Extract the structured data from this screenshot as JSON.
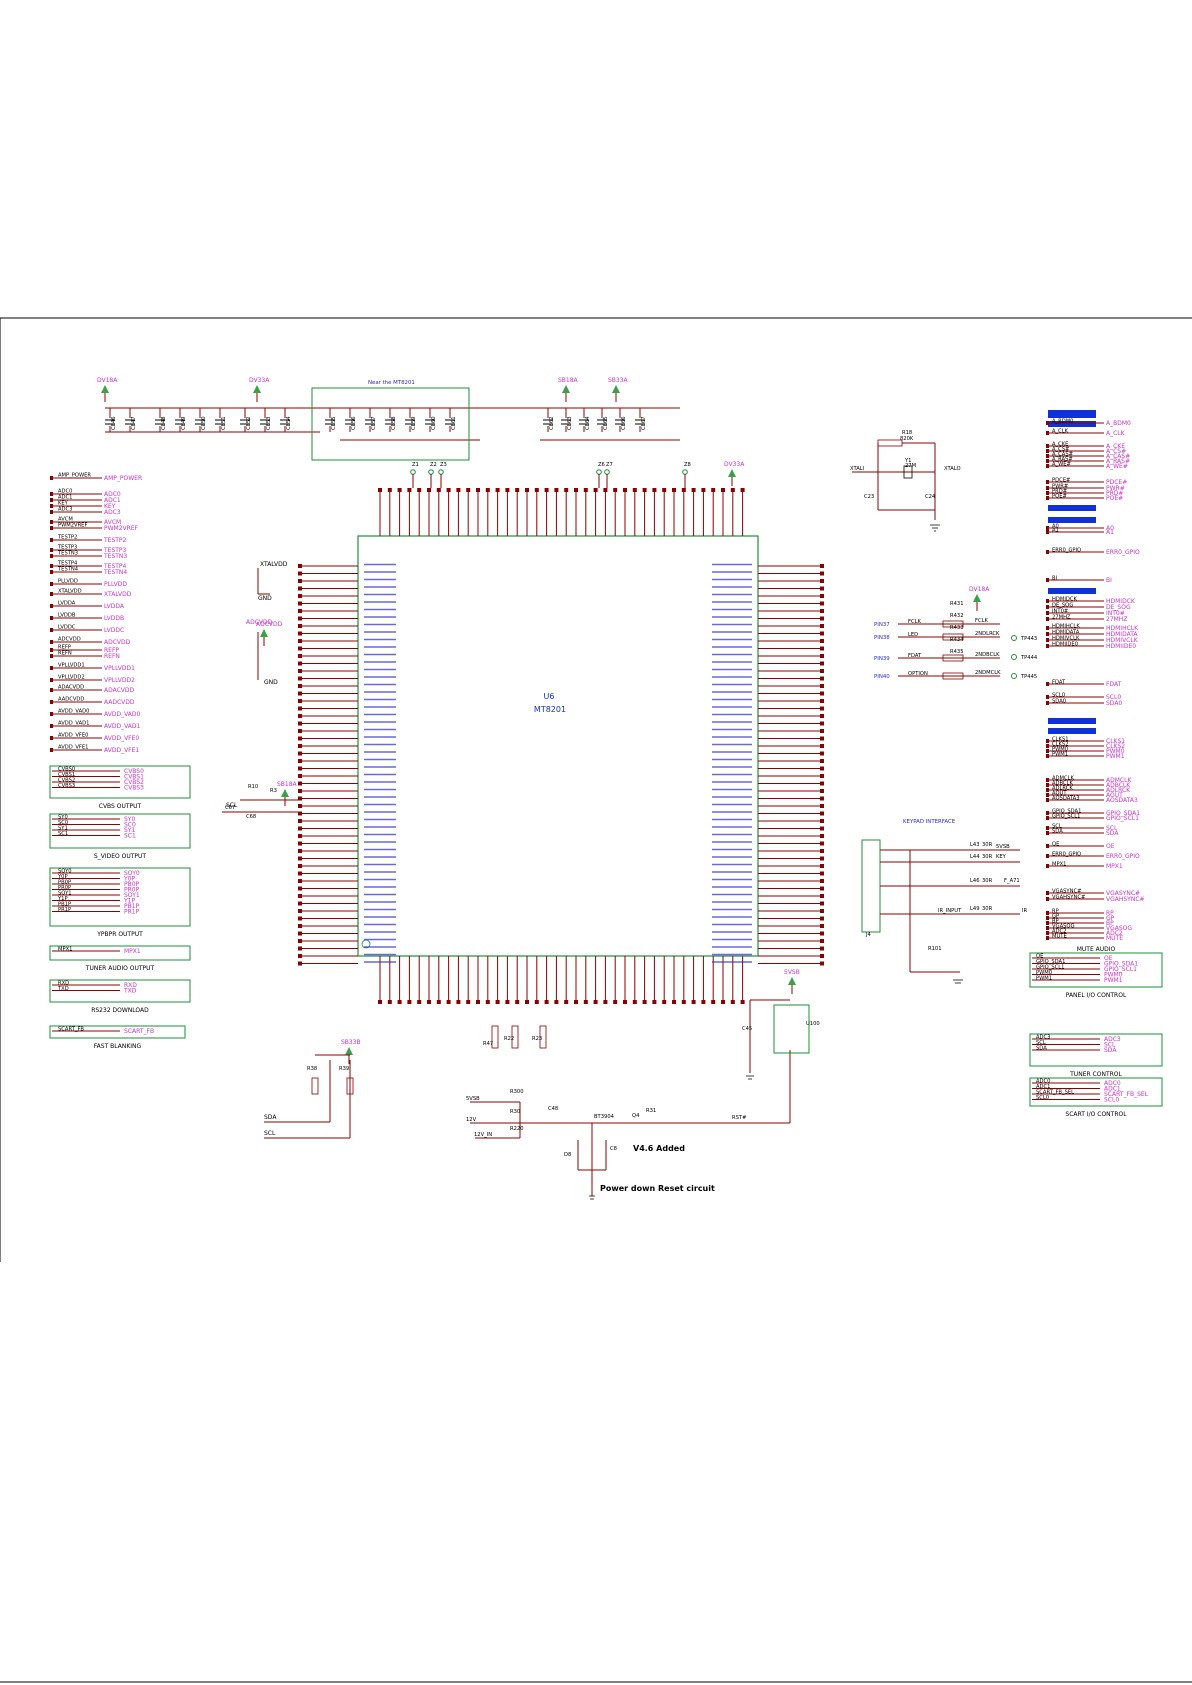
{
  "main_ic": {
    "ref": "U6",
    "part": "MT8201"
  },
  "near_label": "Near the MT8201",
  "power_labels": [
    "DV18A",
    "DV33A",
    "SB18A",
    "SB33A",
    "DV33A",
    "DV18A",
    "ADCVDD",
    "SB18A",
    "SB33B",
    "5VSB"
  ],
  "left_pins": [
    "XTALVDD",
    "ADCVDD",
    "SCL",
    "R10",
    "R3",
    "C67",
    "C68"
  ],
  "left_nets": [
    {
      "from": "AMP_POWER",
      "to": "AMP_POWER"
    },
    {
      "from": "ADC0",
      "to": "ADC0"
    },
    {
      "from": "ADC1",
      "to": "ADC1"
    },
    {
      "from": "KEY",
      "to": "KEY"
    },
    {
      "from": "ADC3",
      "to": "ADC3"
    },
    {
      "from": "AVCM",
      "to": "AVCM"
    },
    {
      "from": "PWM2VREF",
      "to": "PWM2VREF"
    },
    {
      "from": "TESTP2",
      "to": "TESTP2"
    },
    {
      "from": "TESTP3",
      "to": "TESTP3"
    },
    {
      "from": "TESTN3",
      "to": "TESTN3"
    },
    {
      "from": "TESTP4",
      "to": "TESTP4"
    },
    {
      "from": "TESTN4",
      "to": "TESTN4"
    },
    {
      "from": "PLLVDD",
      "to": "PLLVDD"
    },
    {
      "from": "XTALVDD",
      "to": "XTALVDD"
    },
    {
      "from": "LVDDA",
      "to": "LVDDA"
    },
    {
      "from": "LVDDB",
      "to": "LVDDB"
    },
    {
      "from": "LVDDC",
      "to": "LVDDC"
    },
    {
      "from": "ADCVDD",
      "to": "ADCVDD"
    },
    {
      "from": "REFP",
      "to": "REFP"
    },
    {
      "from": "REFN",
      "to": "REFN"
    },
    {
      "from": "VPLLVDD1",
      "to": "VPLLVDD1"
    },
    {
      "from": "VPLLVDD2",
      "to": "VPLLVDD2"
    },
    {
      "from": "ADACVDD",
      "to": "ADACVDD"
    },
    {
      "from": "AADCVDD",
      "to": "AADCVDD"
    },
    {
      "from": "AVDD_VAD0",
      "to": "AVDD_VAD0"
    },
    {
      "from": "AVDD_VAD1",
      "to": "AVDD_VAD1"
    },
    {
      "from": "AVDD_VFE0",
      "to": "AVDD_VFE0"
    },
    {
      "from": "AVDD_VFE1",
      "to": "AVDD_VFE1"
    }
  ],
  "groups": [
    {
      "title": "CVBS OUTPUT",
      "items": [
        "CVBS0",
        "CVBS1",
        "CVBS2",
        "CVBS3"
      ]
    },
    {
      "title": "S_VIDEO OUTPUT",
      "items": [
        "SY0",
        "SC0",
        "SY1",
        "SC1"
      ]
    },
    {
      "title": "YPBPR OUTPUT",
      "items": [
        "SOY0",
        "Y0P",
        "PB0P",
        "PR0P",
        "SOY1",
        "Y1P",
        "PB1P",
        "PR1P"
      ]
    },
    {
      "title": "TUNER AUDIO OUTPUT",
      "items": [
        "MPX1"
      ]
    },
    {
      "title": "RS232 DOWNLOAD",
      "items": [
        "RXD",
        "TXD"
      ]
    },
    {
      "title": "FAST BLANKING",
      "items": [
        "SCART_FB"
      ]
    }
  ],
  "right_nets": [
    "A_BDM0",
    "A_CLK",
    "A_CKE",
    "A_CS#",
    "A_CAS#",
    "A_RAS#",
    "A_WE#",
    "PDCE#",
    "PWR#",
    "PRD#",
    "POE#",
    "A0",
    "A1",
    "ERR0_GPIO",
    "BI",
    "HDMIDCK",
    "DE_SOG",
    "INT0#",
    "27MHZ",
    "HDMIHCLK",
    "HDMIDATA",
    "HDMIVCLK",
    "HDMIIDE0",
    "FDAT",
    "SCL0",
    "SDA0",
    "CLKS1",
    "CLKS2",
    "PWM0",
    "PWM1",
    "ADMCLK",
    "ADBCLK",
    "ADLRCK",
    "AOUT",
    "AOSDATA3",
    "GPIO_SDA1",
    "GPIO_SCL1",
    "SCL",
    "SDA",
    "OE",
    "ERR0_GPIO",
    "MPX1",
    "VGASYNC#",
    "VGAHSYNC#",
    "RP",
    "GP",
    "BP",
    "VGASOG",
    "ADC2",
    "MUTE"
  ],
  "right_groups": [
    {
      "title": "MUTE AUDIO",
      "items": []
    },
    {
      "title": "PANEL I/O CONTROL",
      "items": [
        "OE",
        "GPIO_SDA1",
        "GPIO_SCL1",
        "PWM0",
        "PWM1"
      ]
    },
    {
      "title": "TUNER CONTROL",
      "items": [
        "ADC3",
        "SCL",
        "SDA"
      ]
    },
    {
      "title": "SCART I/O CONTROL",
      "items": [
        "ADC0",
        "ADC1",
        "SCART_FB_SEL",
        "SCL0"
      ]
    }
  ],
  "crystal": {
    "ref": "Y1",
    "value": "27M",
    "r": "R18",
    "rv": "820K",
    "caps": [
      "C23",
      "C24"
    ],
    "left": "XTALI",
    "right": "XTALO"
  },
  "option_block": {
    "pins": [
      "PIN37",
      "PIN38",
      "PIN39",
      "PIN40"
    ],
    "signals": [
      "FCLK",
      "LED",
      "FDAT",
      "OPTION"
    ],
    "outs": [
      "FCLK",
      "2NDLRCK",
      "2NDBCLK",
      "2NDMCLK"
    ],
    "resistors": [
      "R431",
      "R432",
      "R433",
      "R434",
      "R435"
    ],
    "tps": [
      "TP443",
      "TP444",
      "TP445"
    ]
  },
  "keypad": {
    "title": "KEYPAD INTERFACE",
    "ref": "J4",
    "nets": [
      "5VSB",
      "KEY",
      "F_A71",
      "IR",
      "IR_INPUT"
    ],
    "parts": [
      "L43",
      "L44",
      "L46",
      "L49",
      "R101"
    ],
    "values": [
      "30R",
      "30R",
      "30R",
      "30R"
    ]
  },
  "reset": {
    "title": "Power down Reset circuit",
    "note": "V4.6 Added",
    "parts": [
      "R300",
      "R30",
      "R220",
      "C48",
      "BT3904",
      "Q4",
      "R31",
      "D8",
      "C8"
    ],
    "nets": [
      "5VSB",
      "12V",
      "12V_IN",
      "SDA",
      "SCL",
      "RST#"
    ]
  },
  "caps_top": [
    "C846",
    "C847",
    "C848",
    "C849",
    "C850",
    "C851",
    "C852",
    "C853",
    "C854",
    "C855",
    "C856",
    "C857",
    "C858",
    "C859",
    "C860",
    "C861",
    "C862",
    "C863",
    "C864",
    "C865",
    "C866",
    "C867"
  ],
  "cap_values": [
    "0.1U",
    "10U",
    "0.1U",
    "0.1U"
  ],
  "zeners_top": [
    "Z1",
    "Z2",
    "Z3",
    "Z6",
    "Z7",
    "Z8"
  ],
  "bottom_parts": [
    "R47",
    "R22",
    "R23",
    "R38",
    "R39",
    "C45",
    "U100"
  ]
}
